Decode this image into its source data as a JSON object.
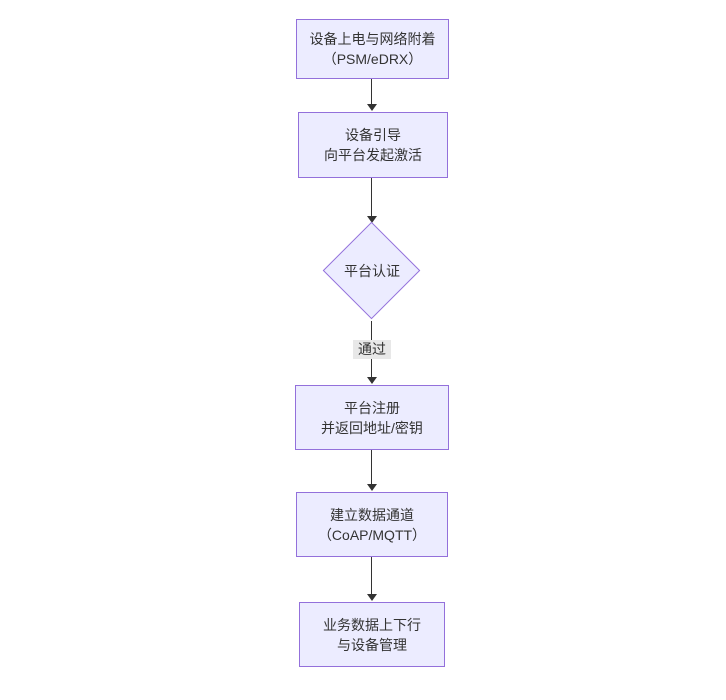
{
  "diagram": {
    "type": "flowchart",
    "direction": "top-down",
    "colors": {
      "background": "#ffffff",
      "node_fill": "#ECECFF",
      "node_border": "#9370DB",
      "text": "#333333",
      "arrow": "#333333",
      "edge_label_bg": "#e8e8e8"
    },
    "nodes": [
      {
        "id": "A",
        "shape": "rect",
        "line1": "设备上电与网络附着",
        "line2": "（PSM/eDRX）"
      },
      {
        "id": "B",
        "shape": "rect",
        "line1": "设备引导",
        "line2": "向平台发起激活"
      },
      {
        "id": "C",
        "shape": "diamond",
        "line1": "平台认证"
      },
      {
        "id": "D",
        "shape": "rect",
        "line1": "平台注册",
        "line2": "并返回地址/密钥"
      },
      {
        "id": "E",
        "shape": "rect",
        "line1": "建立数据通道",
        "line2": "（CoAP/MQTT）"
      },
      {
        "id": "F",
        "shape": "rect",
        "line1": "业务数据上下行",
        "line2": "与设备管理"
      }
    ],
    "edges": [
      {
        "from": "A",
        "to": "B",
        "label": ""
      },
      {
        "from": "B",
        "to": "C",
        "label": ""
      },
      {
        "from": "C",
        "to": "D",
        "label": "通过"
      },
      {
        "from": "D",
        "to": "E",
        "label": ""
      },
      {
        "from": "E",
        "to": "F",
        "label": ""
      }
    ]
  }
}
